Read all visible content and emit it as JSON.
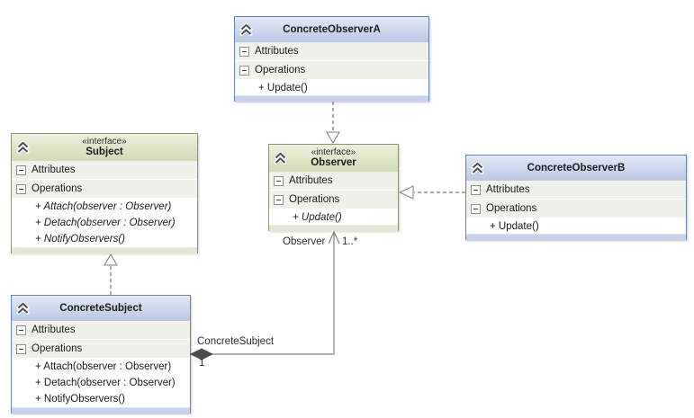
{
  "diagram": {
    "type": "uml-class-diagram",
    "pattern": "Observer design pattern",
    "background": "#ffffff"
  },
  "colors": {
    "class_border": "#6283b6",
    "class_header_top": "#e2e9f6",
    "class_header_bottom": "#b8c7e3",
    "class_footer_strip": "#c8d3ea",
    "interface_border": "#909274",
    "interface_header_top": "#edf1e0",
    "interface_header_bottom": "#d2dcb6",
    "interface_footer_strip": "#e3e8d2",
    "section_row_background": "#f0f1ea",
    "connector_line": "#7f7f7f",
    "dashed_connector_line": "#595959",
    "composition_diamond": "#4c4c4c"
  },
  "section_labels": {
    "attributes": "Attributes",
    "operations": "Operations"
  },
  "classes": {
    "concrete_observer_a": {
      "title": "ConcreteObserverA",
      "operations": [
        "+ Update()"
      ]
    },
    "subject": {
      "stereotype": "«interface»",
      "title": "Subject",
      "operations": [
        "+ Attach(observer : Observer)",
        "+ Detach(observer : Observer)",
        "+ NotifyObservers()"
      ]
    },
    "observer": {
      "stereotype": "«interface»",
      "title": "Observer",
      "operations": [
        "+ Update()"
      ]
    },
    "concrete_observer_b": {
      "title": "ConcreteObserverB",
      "operations": [
        "+ Update()"
      ]
    },
    "concrete_subject": {
      "title": "ConcreteSubject",
      "operations": [
        "+ Attach(observer : Observer)",
        "+ Detach(observer : Observer)",
        "+ NotifyObservers()"
      ]
    }
  },
  "relationships": {
    "composition": {
      "from": "ConcreteSubject",
      "to": "Observer",
      "source_role": "ConcreteSubject",
      "source_multiplicity": "1",
      "target_role": "Observer",
      "target_multiplicity": "1..*"
    },
    "realizations": [
      {
        "from": "ConcreteObserverA",
        "to": "Observer"
      },
      {
        "from": "ConcreteObserverB",
        "to": "Observer"
      },
      {
        "from": "ConcreteSubject",
        "to": "Subject"
      }
    ]
  }
}
